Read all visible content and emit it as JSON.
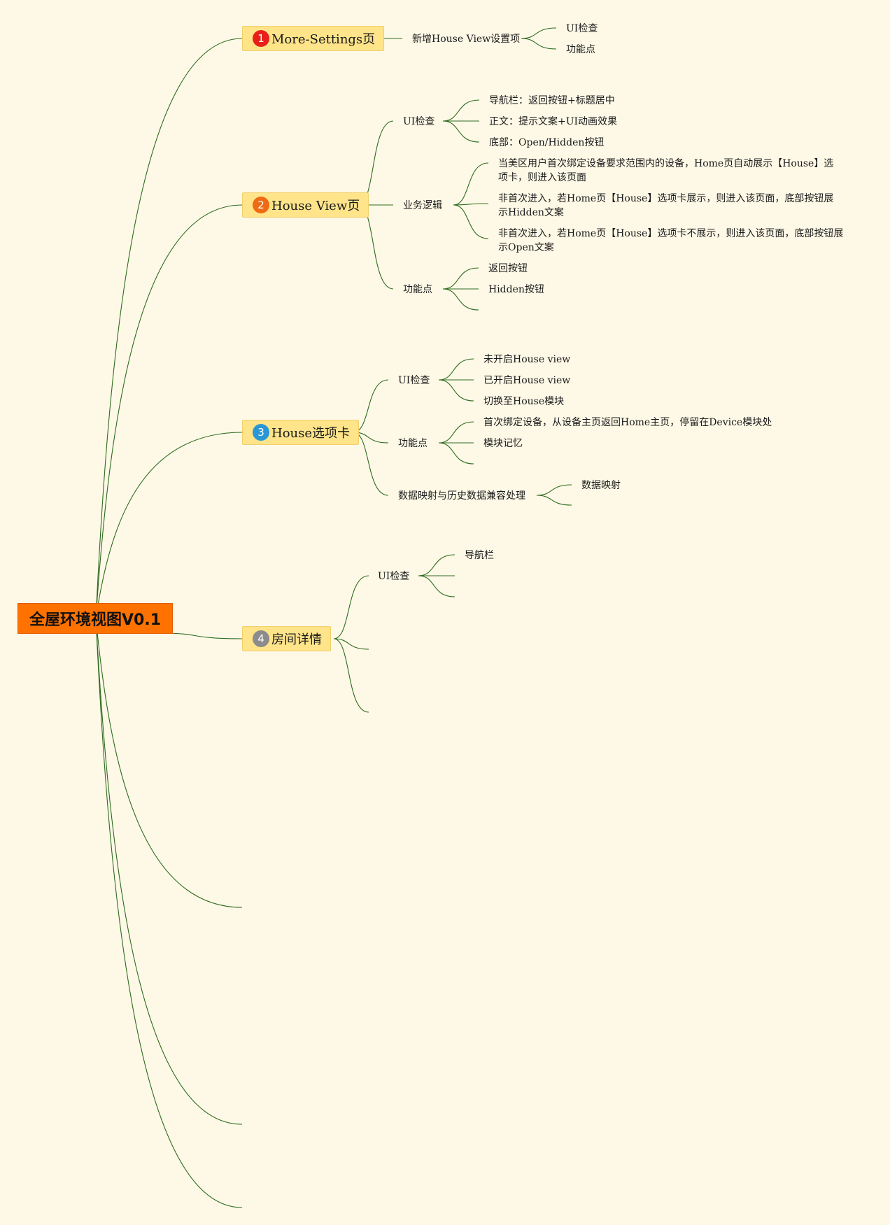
{
  "root": {
    "label": "全屋环境视图V0.1",
    "color": "#ff7200"
  },
  "colors": {
    "line": "#2e6b1f",
    "branch_bg": "#ffe48a",
    "background": "#fef9e7"
  },
  "branches": [
    {
      "number": "1",
      "badge_color": "#e8201a",
      "label": "More-Settings页",
      "children": [
        {
          "label": "新增House View设置项",
          "children": [
            {
              "label": "UI检查"
            },
            {
              "label": "功能点"
            }
          ]
        }
      ]
    },
    {
      "number": "2",
      "badge_color": "#ee6b14",
      "label": "House View页",
      "children": [
        {
          "label": "UI检查",
          "children": [
            {
              "label": "导航栏：返回按钮+标题居中"
            },
            {
              "label": "正文：提示文案+UI动画效果"
            },
            {
              "label": "底部：Open/Hidden按钮"
            }
          ]
        },
        {
          "label": "业务逻辑",
          "children": [
            {
              "label": "当美区用户首次绑定设备要求范围内的设备，Home页自动展示【House】选项卡，则进入该页面"
            },
            {
              "label": "非首次进入，若Home页【House】选项卡展示，则进入该页面，底部按钮展示Hidden文案"
            },
            {
              "label": "非首次进入，若Home页【House】选项卡不展示，则进入该页面，底部按钮展示Open文案"
            }
          ]
        },
        {
          "label": "功能点",
          "children": [
            {
              "label": "返回按钮"
            },
            {
              "label": "Hidden按钮"
            },
            {
              "label": ""
            }
          ]
        }
      ]
    },
    {
      "number": "3",
      "badge_color": "#2a97d5",
      "label": "House选项卡",
      "children": [
        {
          "label": "UI检查",
          "children": [
            {
              "label": "未开启House view"
            },
            {
              "label": "已开启House view"
            },
            {
              "label": "切换至House模块"
            }
          ]
        },
        {
          "label": "功能点",
          "children": [
            {
              "label": "首次绑定设备，从设备主页返回Home主页，停留在Device模块处"
            },
            {
              "label": "模块记忆"
            },
            {
              "label": ""
            }
          ]
        },
        {
          "label": "数据映射与历史数据兼容处理",
          "children": [
            {
              "label": "数据映射"
            },
            {
              "label": ""
            }
          ]
        }
      ]
    },
    {
      "number": "4",
      "badge_color": "#8c8c8c",
      "label": "房间详情",
      "children": [
        {
          "label": "UI检查",
          "children": [
            {
              "label": "导航栏"
            },
            {
              "label": ""
            },
            {
              "label": ""
            }
          ]
        },
        {
          "label": ""
        },
        {
          "label": ""
        }
      ]
    }
  ]
}
